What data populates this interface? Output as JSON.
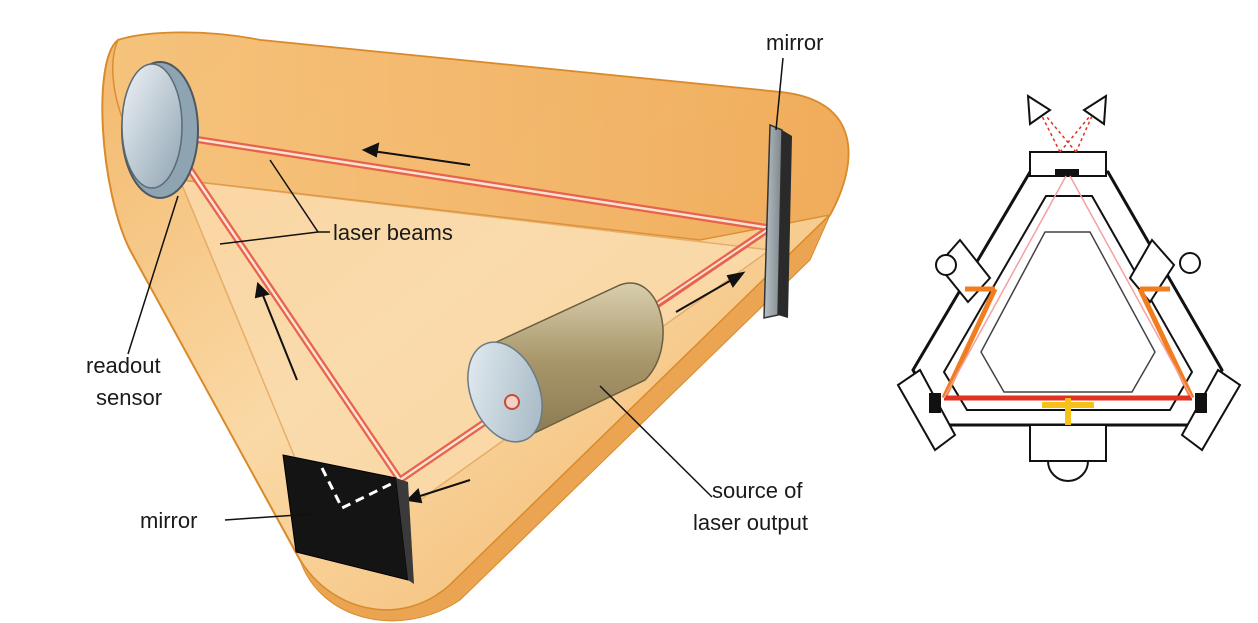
{
  "labels": {
    "mirror_top": "mirror",
    "laser_beams": "laser beams",
    "readout_line1": "readout",
    "readout_line2": "sensor",
    "mirror_bottom": "mirror",
    "source_line1": "source of",
    "source_line2": "laser output"
  },
  "colors": {
    "housing_fill": "#f7c98a",
    "housing_edge": "#d98a2b",
    "beam": "#e8634a",
    "beam_core": "#fbe3d6",
    "mirror_dark": "#141414",
    "tube": "#b9a77b",
    "orange_path": "#f07d1e",
    "red_path": "#e0321f",
    "yellow_path": "#f6c21a"
  }
}
